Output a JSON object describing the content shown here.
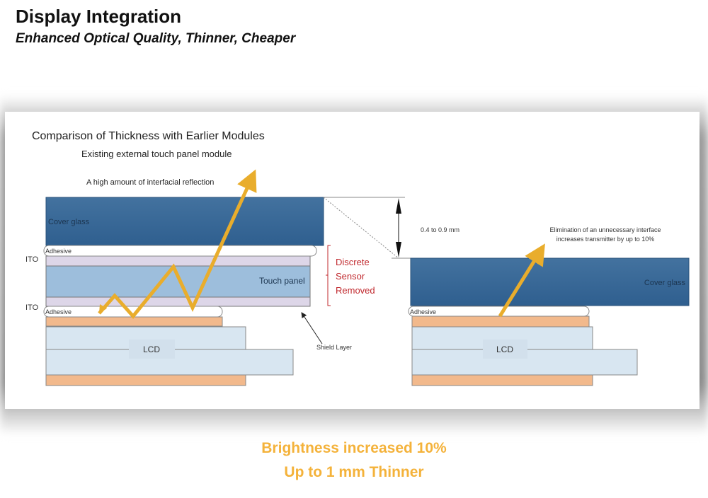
{
  "slide": {
    "title": "Display Integration",
    "subtitle": "Enhanced Optical Quality, Thinner, Cheaper"
  },
  "diagram": {
    "heading": "Comparison of Thickness with Earlier Modules",
    "subheading": "Existing external touch panel module",
    "reflection_note": "A high amount of interfacial reflection",
    "left_stack": {
      "cover_glass": "Cover glass",
      "adhesive_top": "Adhesive",
      "ito_top": "ITO",
      "touch_panel": "Touch panel",
      "ito_bottom": "ITO",
      "adhesive_bottom": "Adhesive",
      "lcd": "LCD",
      "shield_layer": "Shield Layer"
    },
    "bracket_label": [
      "Discrete",
      "Sensor",
      "Removed"
    ],
    "dimension": "0.4 to 0.9 mm",
    "right_note": [
      "Elimination of an unnecessary interface",
      "increases transmitter by up to 10%"
    ],
    "right_stack": {
      "cover_glass": "Cover glass",
      "adhesive": "Adhesive",
      "lcd": "LCD"
    },
    "colors": {
      "cover": "#3d6d9c",
      "touch": "#9dbedc",
      "ito": "#ddd6e8",
      "orange": "#f2b98c",
      "lcd": "#d8e6f1",
      "arrow": "#e9ad2c",
      "red": "#c0282d"
    }
  },
  "footer": {
    "line1": "Brightness increased 10%",
    "line2": "Up to 1 mm Thinner"
  }
}
